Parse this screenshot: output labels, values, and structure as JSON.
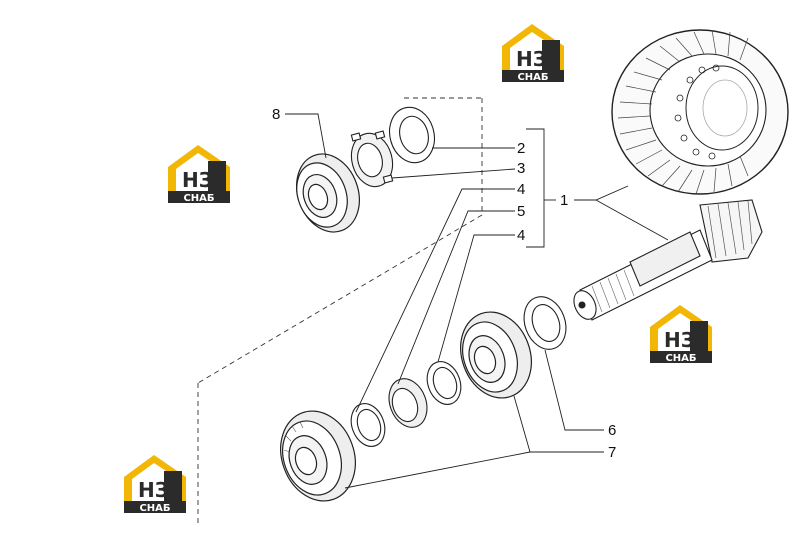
{
  "diagram": {
    "callouts": {
      "c1": "1",
      "c2": "2",
      "c3": "3",
      "c4a": "4",
      "c5": "5",
      "c4b": "4",
      "c6": "6",
      "c7": "7",
      "c8": "8"
    },
    "watermark": {
      "top": "НЗ",
      "bottom": "СНАБ"
    },
    "colors": {
      "line": "#222222",
      "watermark_yellow": "#f2b705",
      "watermark_dark": "#2b2b2b"
    }
  }
}
